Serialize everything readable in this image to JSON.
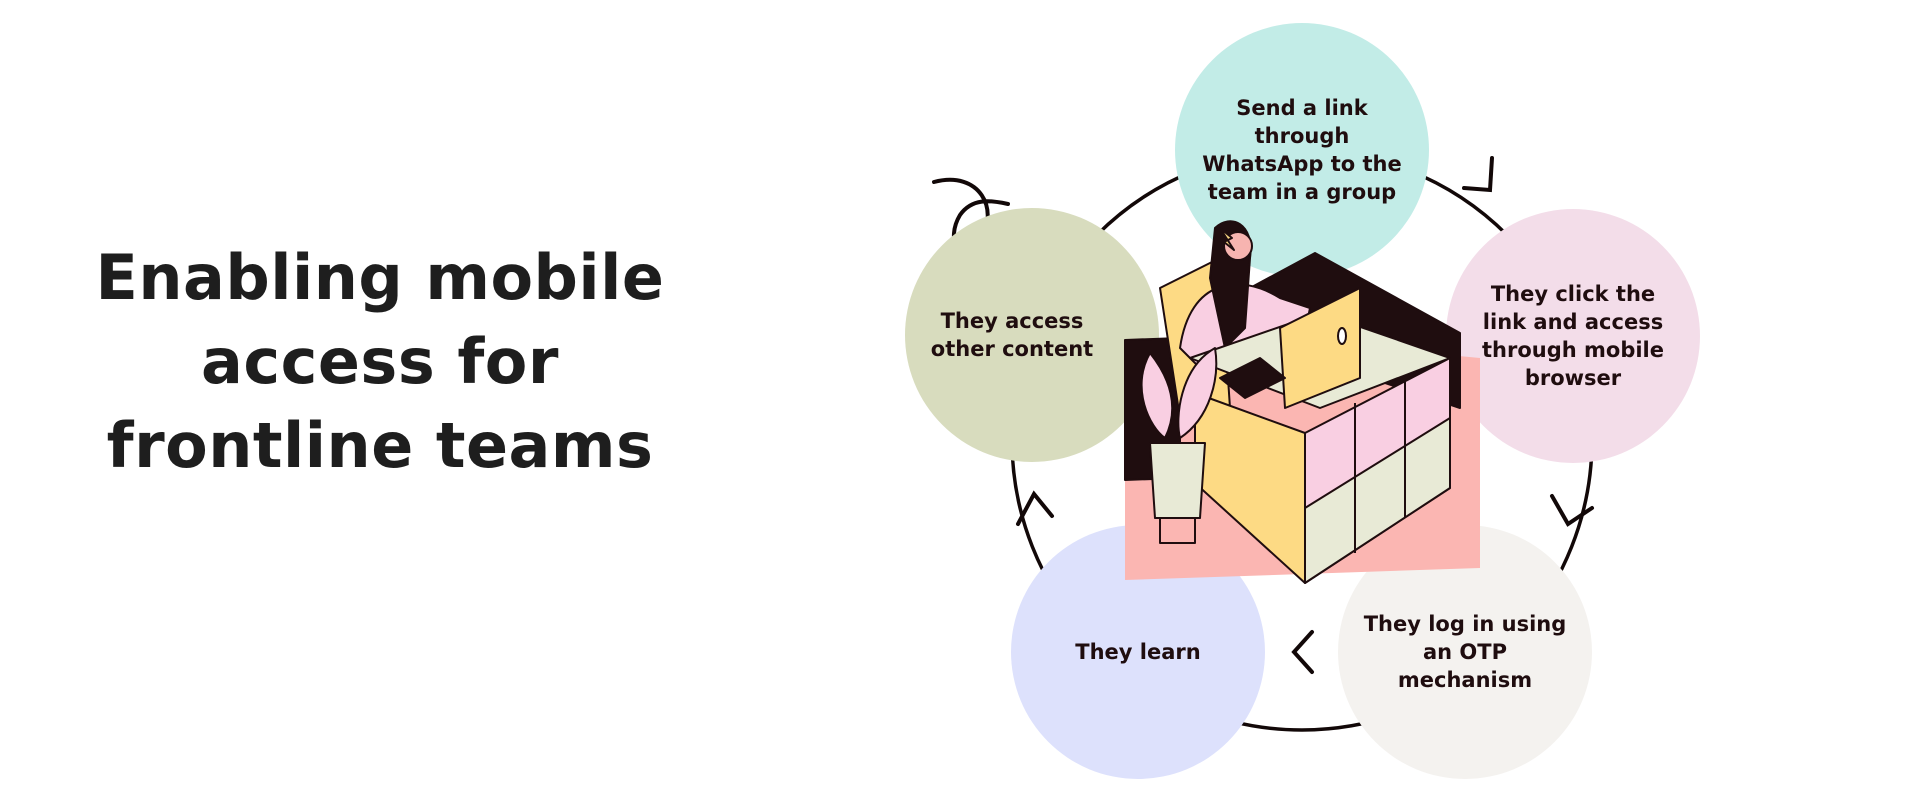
{
  "title": "Enabling mobile access for frontline teams",
  "steps": [
    {
      "label": "Send a link through WhatsApp to the team in a group",
      "color": "#c2ece7"
    },
    {
      "label": "They click the link and access through mobile browser",
      "color": "#f3dde9"
    },
    {
      "label": "They log in using an OTP mechanism",
      "color": "#f4f2ef"
    },
    {
      "label": "They learn",
      "color": "#dde1fc"
    },
    {
      "label": "They access other content",
      "color": "#d8dcbe"
    }
  ],
  "text_color": "#1f0d0f"
}
